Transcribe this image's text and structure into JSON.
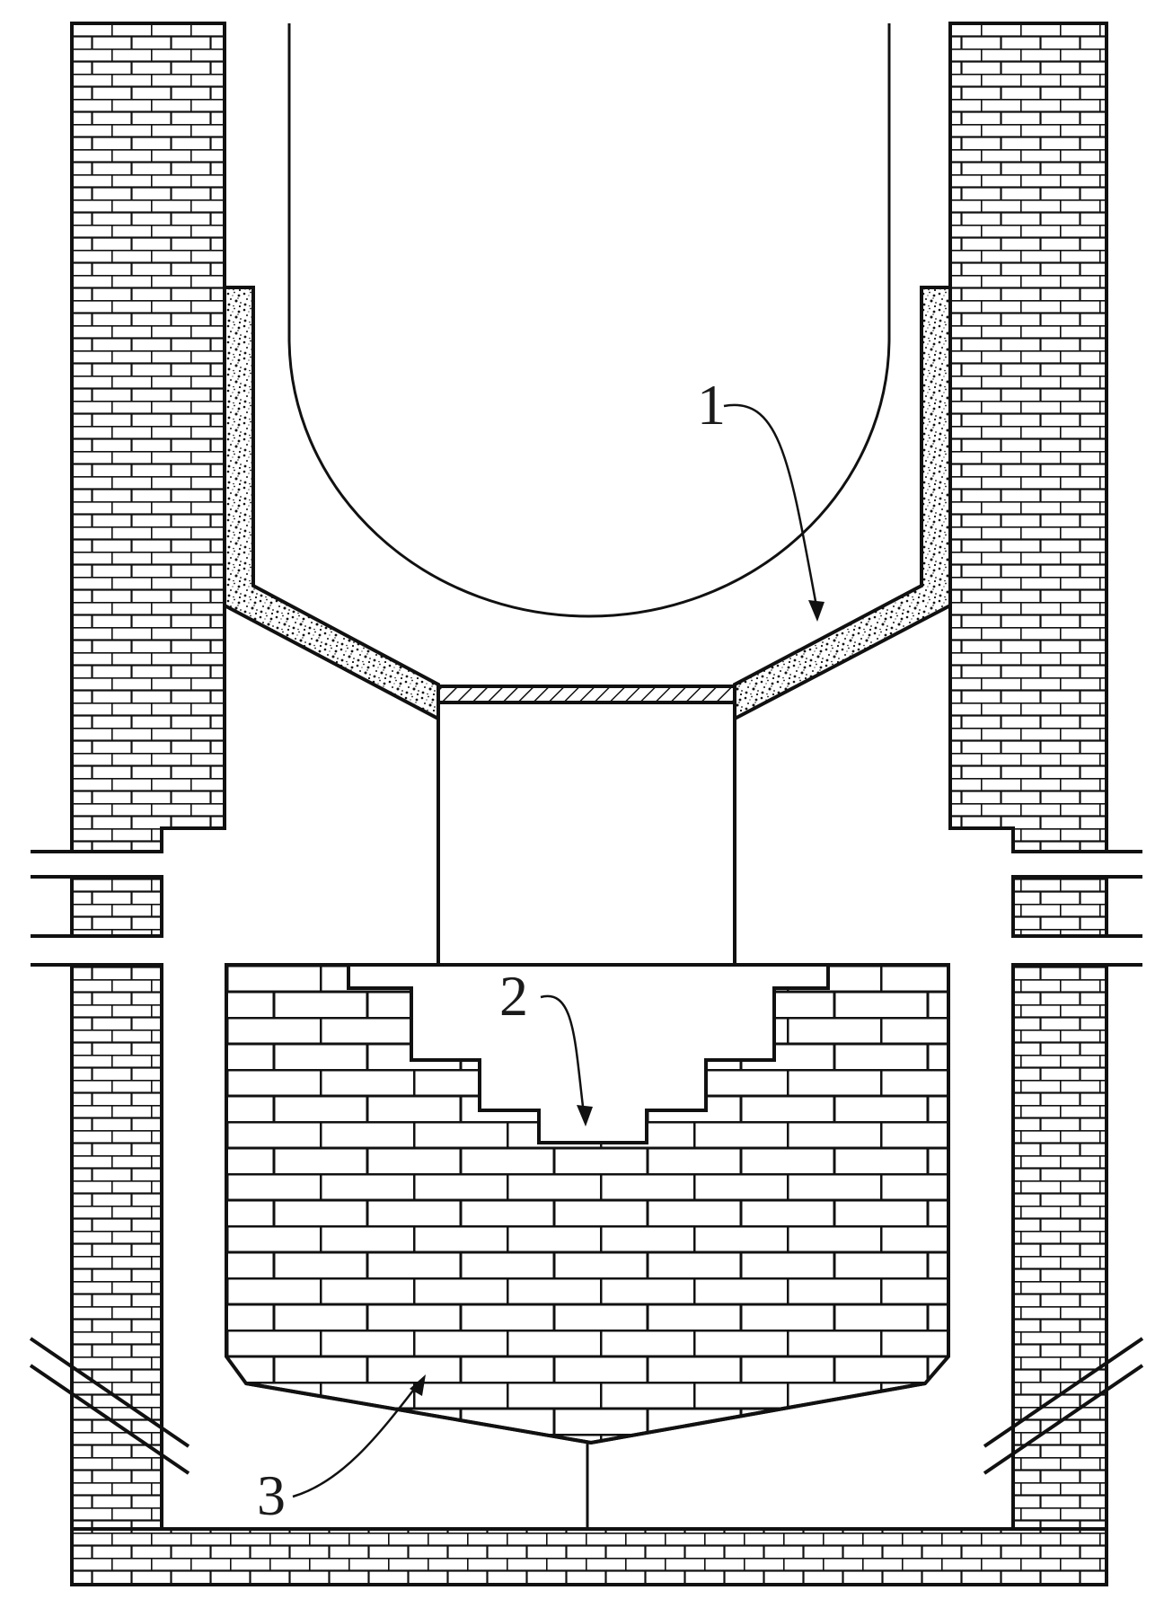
{
  "labels": {
    "one": "1",
    "two": "2",
    "three": "3"
  },
  "colors": {
    "line": "#111111",
    "background": "#ffffff"
  }
}
